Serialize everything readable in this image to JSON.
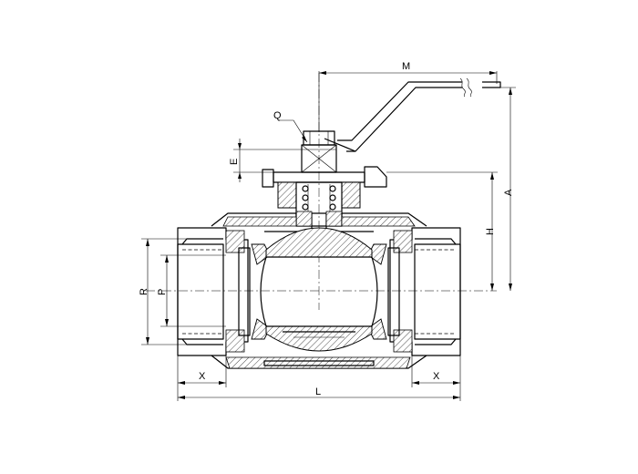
{
  "labels": {
    "M": "M",
    "Q": "Q",
    "E": "E",
    "A": "A",
    "H": "H",
    "R": "R",
    "P": "P",
    "X_left": "X",
    "X_right": "X",
    "L": "L"
  }
}
